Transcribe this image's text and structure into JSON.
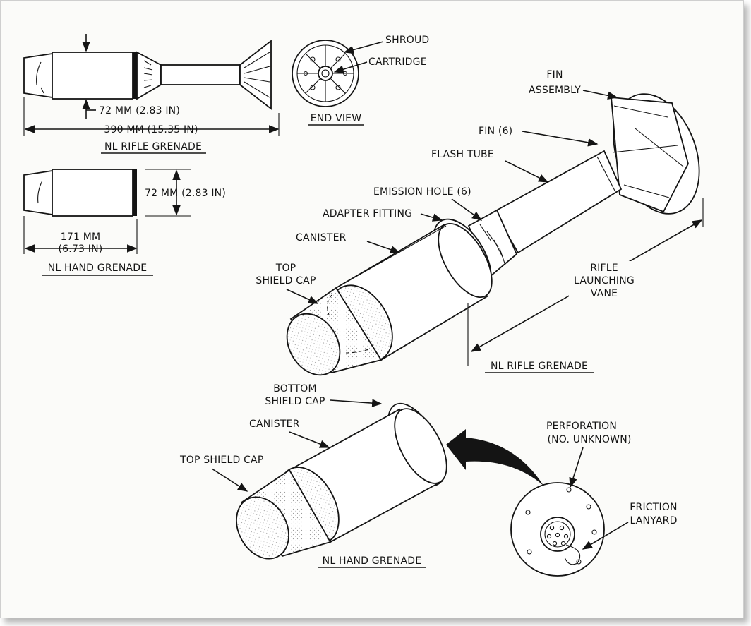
{
  "rifle_side_view": {
    "dim_diameter": "72 MM (2.83 IN)",
    "dim_length": "390 MM (15.35 IN)",
    "caption": "NL RIFLE GRENADE"
  },
  "end_view": {
    "shroud": "SHROUD",
    "cartridge": "CARTRIDGE",
    "caption": "END VIEW"
  },
  "hand_side_view": {
    "dim_diameter": "72 MM (2.83 IN)",
    "dim_length_line1": "171 MM",
    "dim_length_line2": "(6.73 IN)",
    "caption": "NL HAND GRENADE"
  },
  "rifle_iso": {
    "fin_assembly_line1": "FIN",
    "fin_assembly_line2": "ASSEMBLY",
    "fin": "FIN (6)",
    "flash_tube": "FLASH TUBE",
    "emission_hole": "EMISSION HOLE (6)",
    "adapter_fitting": "ADAPTER FITTING",
    "canister": "CANISTER",
    "top_cap_line1": "TOP",
    "top_cap_line2": "SHIELD CAP",
    "vane_line1": "RIFLE",
    "vane_line2": "LAUNCHING",
    "vane_line3": "VANE",
    "caption": "NL RIFLE GRENADE"
  },
  "hand_iso": {
    "bottom_cap_line1": "BOTTOM",
    "bottom_cap_line2": "SHIELD CAP",
    "canister": "CANISTER",
    "top_cap": "TOP SHIELD CAP",
    "perforation_line1": "PERFORATION",
    "perforation_line2": "(NO. UNKNOWN)",
    "friction_line1": "FRICTION",
    "friction_line2": "LANYARD",
    "caption": "NL HAND GRENADE"
  }
}
